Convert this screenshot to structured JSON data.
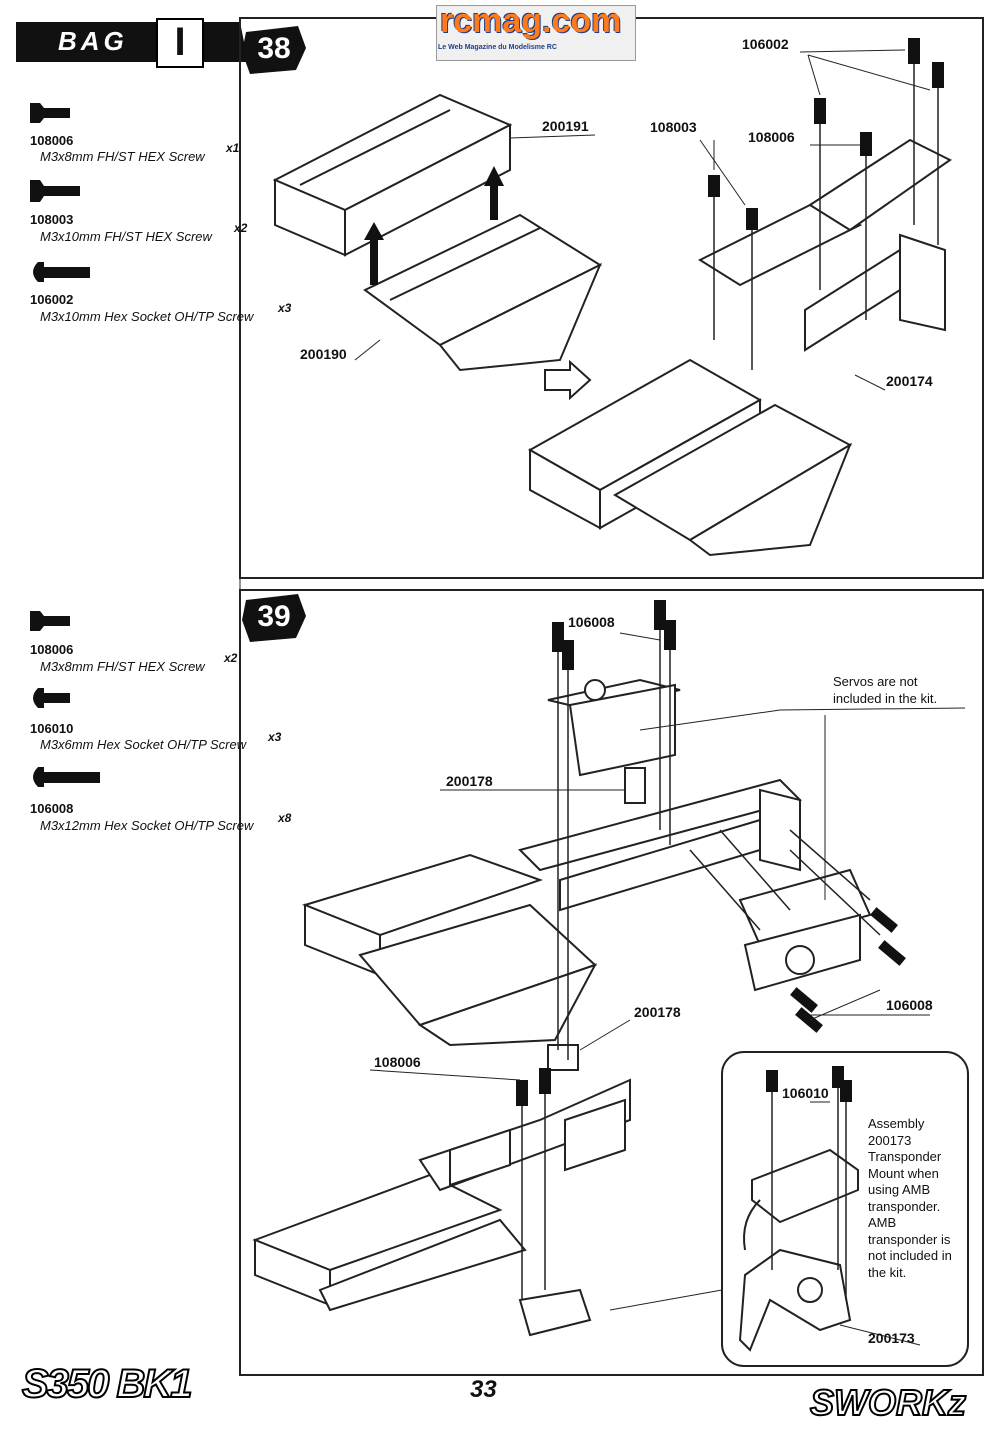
{
  "header": {
    "bag_label": "BAG",
    "bag_number": "I",
    "watermark_title": "rcmag.com",
    "watermark_subtitle": "Le Web Magazine du Modelisme RC"
  },
  "step38": {
    "number": "38",
    "parts_list": [
      {
        "code": "108006",
        "desc": "M3x8mm FH/ST HEX Screw",
        "qty": "x1"
      },
      {
        "code": "108003",
        "desc": "M3x10mm FH/ST HEX Screw",
        "qty": "x2"
      },
      {
        "code": "106002",
        "desc": "M3x10mm Hex Socket OH/TP Screw",
        "qty": "x3"
      }
    ],
    "callouts": {
      "c200191": "200191",
      "c200190": "200190",
      "c108003": "108003",
      "c106002": "106002",
      "c108006": "108006",
      "c200174": "200174"
    }
  },
  "step39": {
    "number": "39",
    "parts_list": [
      {
        "code": "108006",
        "desc": "M3x8mm FH/ST HEX Screw",
        "qty": "x2"
      },
      {
        "code": "106010",
        "desc": "M3x6mm Hex Socket OH/TP Screw",
        "qty": "x3"
      },
      {
        "code": "106008",
        "desc": "M3x12mm Hex Socket OH/TP Screw",
        "qty": "x8"
      }
    ],
    "callouts": {
      "c106008_top": "106008",
      "c200178_a": "200178",
      "c200178_b": "200178",
      "c106008_right": "106008",
      "c108006": "108006",
      "c106010": "106010",
      "c200173": "200173"
    },
    "servo_note": "Servos are not included in the kit.",
    "transponder_note": "Assembly 200173 Transponder Mount when using AMB transponder. AMB transponder is not included in the kit."
  },
  "footer": {
    "page_number": "33",
    "model_logo": "S350 BK1",
    "brand_logo": "SWORKz"
  }
}
